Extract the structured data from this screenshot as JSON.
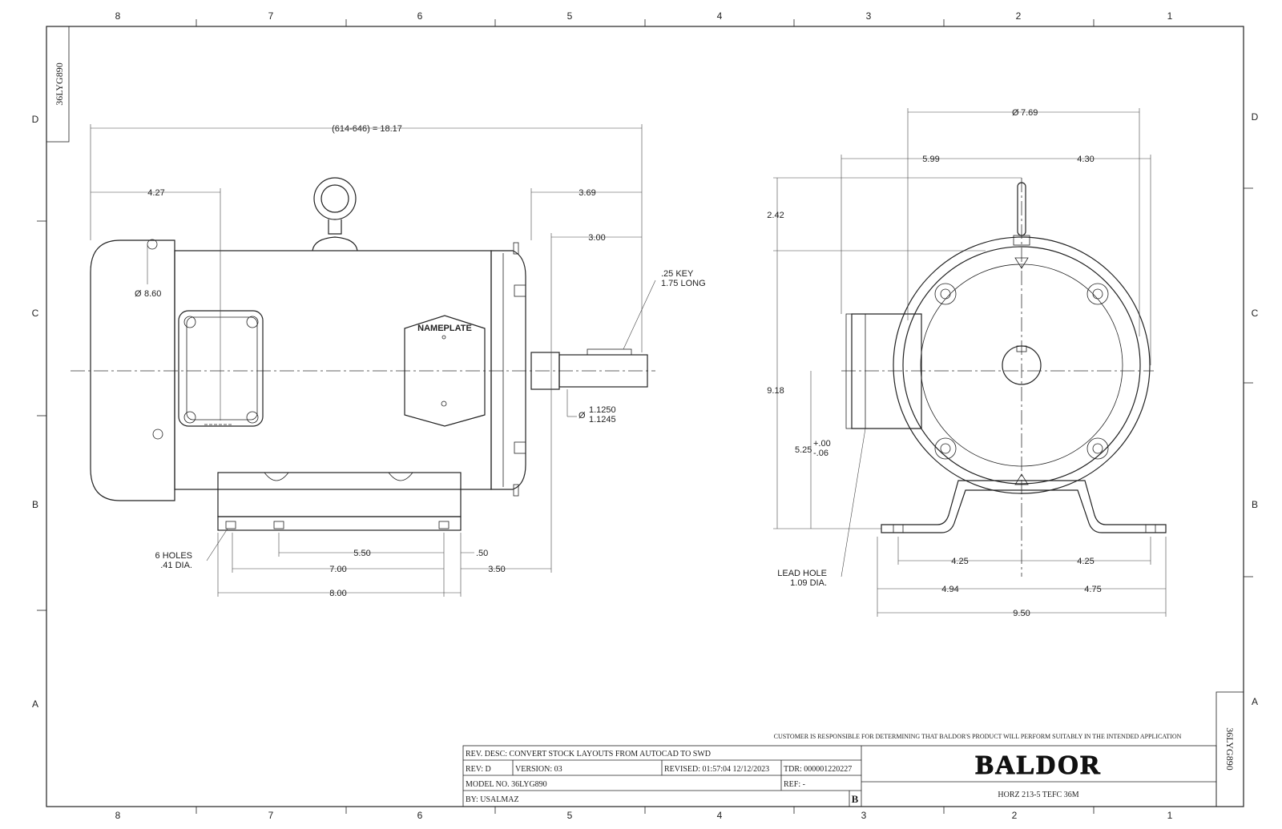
{
  "drawing_id": "36LYG890",
  "zones": {
    "columns": [
      "8",
      "7",
      "6",
      "5",
      "4",
      "3",
      "2",
      "1"
    ],
    "rows": [
      "D",
      "C",
      "B",
      "A"
    ]
  },
  "side_view": {
    "overall": "(614-646) = 18.17",
    "d_427": "4.27",
    "d_369": "3.69",
    "d_300": "3.00",
    "key": ".25 KEY",
    "key_len": "1.75 LONG",
    "frame_dia": "8.60",
    "nameplate": "NAMEPLATE",
    "shaft_max": "1.1250",
    "shaft_min": "1.1245",
    "d_550": "5.50",
    "d_050": ".50",
    "d_700": "7.00",
    "d_350": "3.50",
    "d_800": "8.00",
    "holes": "6 HOLES",
    "holes_dia": ".41 DIA."
  },
  "end_view": {
    "d_769": "7.69",
    "d_599": "5.99",
    "d_430": "4.30",
    "d_242": "2.42",
    "d_918": "9.18",
    "d_525": "5.25",
    "tol_plus": "+.00",
    "tol_minus": "-.06",
    "d_425_l": "4.25",
    "d_425_r": "4.25",
    "d_494": "4.94",
    "d_475": "4.75",
    "d_950": "9.50",
    "lead_hole": "LEAD HOLE",
    "lead_dia": "1.09 DIA."
  },
  "title_block": {
    "disclaimer": "CUSTOMER IS RESPONSIBLE FOR DETERMINING THAT BALDOR'S PRODUCT WILL PERFORM SUITABLY IN THE INTENDED APPLICATION",
    "rev_desc": "REV. DESC: CONVERT STOCK LAYOUTS FROM AUTOCAD TO SWD",
    "rev": "REV:  D",
    "version": "VERSION:  03",
    "revised": "REVISED:  01:57:04 12/12/2023",
    "tdr": "TDR: 000001220227",
    "model": "MODEL NO.  36LYG890",
    "ref": "REF:  -",
    "by": "BY: USALMAZ",
    "sheet_letter": "B",
    "logo": "BALDOR",
    "description": "HORZ 213-5 TEFC 36M"
  }
}
